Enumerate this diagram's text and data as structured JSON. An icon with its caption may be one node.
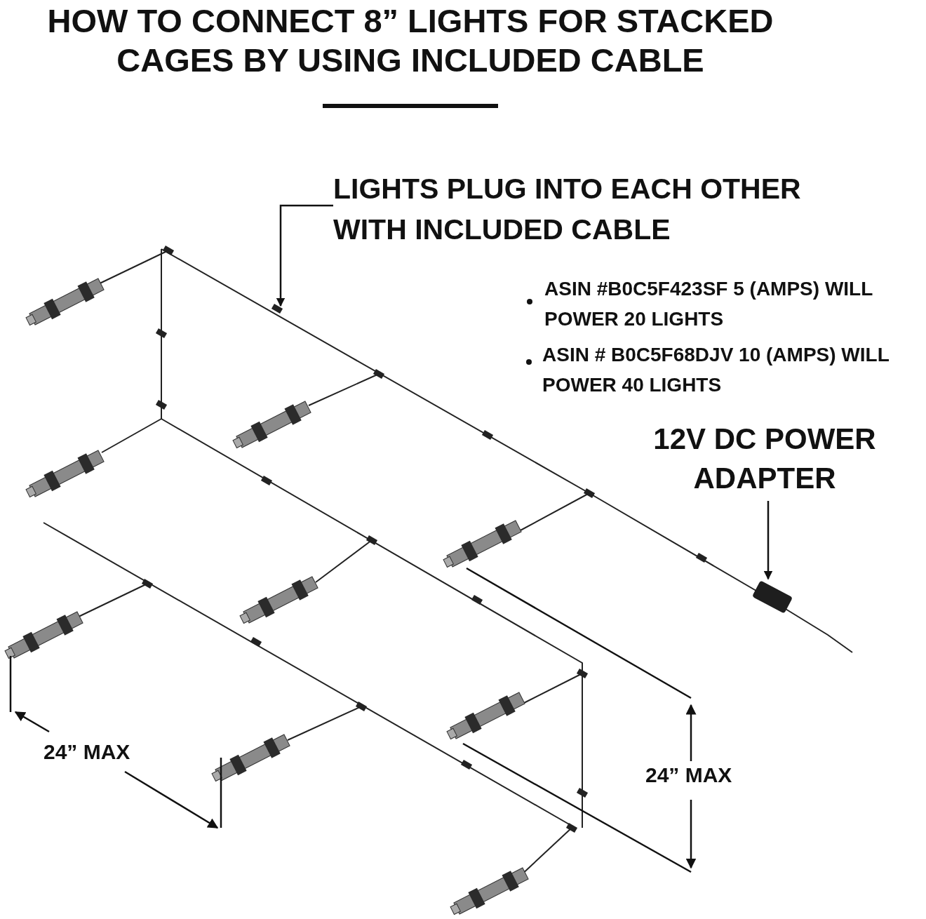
{
  "diagram": {
    "title": "HOW TO CONNECT 8” LIGHTS FOR STACKED CAGES BY USING INCLUDED CABLE",
    "nodes": [
      {
        "text": [
          "LIGHTS PLUG INTO EACH OTHER WITH INCLUDED CABLE"
        ]
      },
      {
        "text": [],
        "shape": "box"
      },
      {
        "text": [
          "12V DC POWER ADAPTER"
        ]
      }
    ],
    "edges": [
      {
        "from": 0,
        "to": null,
        "arrow": "to"
      },
      {
        "from": 2,
        "to": 1,
        "arrow": "to"
      }
    ],
    "labels": [
      "ASIN #B0C5F423SF 5 (AMPS) WILL POWER 20 LIGHTS",
      "ASIN # B0C5F68DJV 10 (AMPS) WILL POWER 40 LIGHTS",
      "24” MAX",
      "24” MAX"
    ]
  }
}
